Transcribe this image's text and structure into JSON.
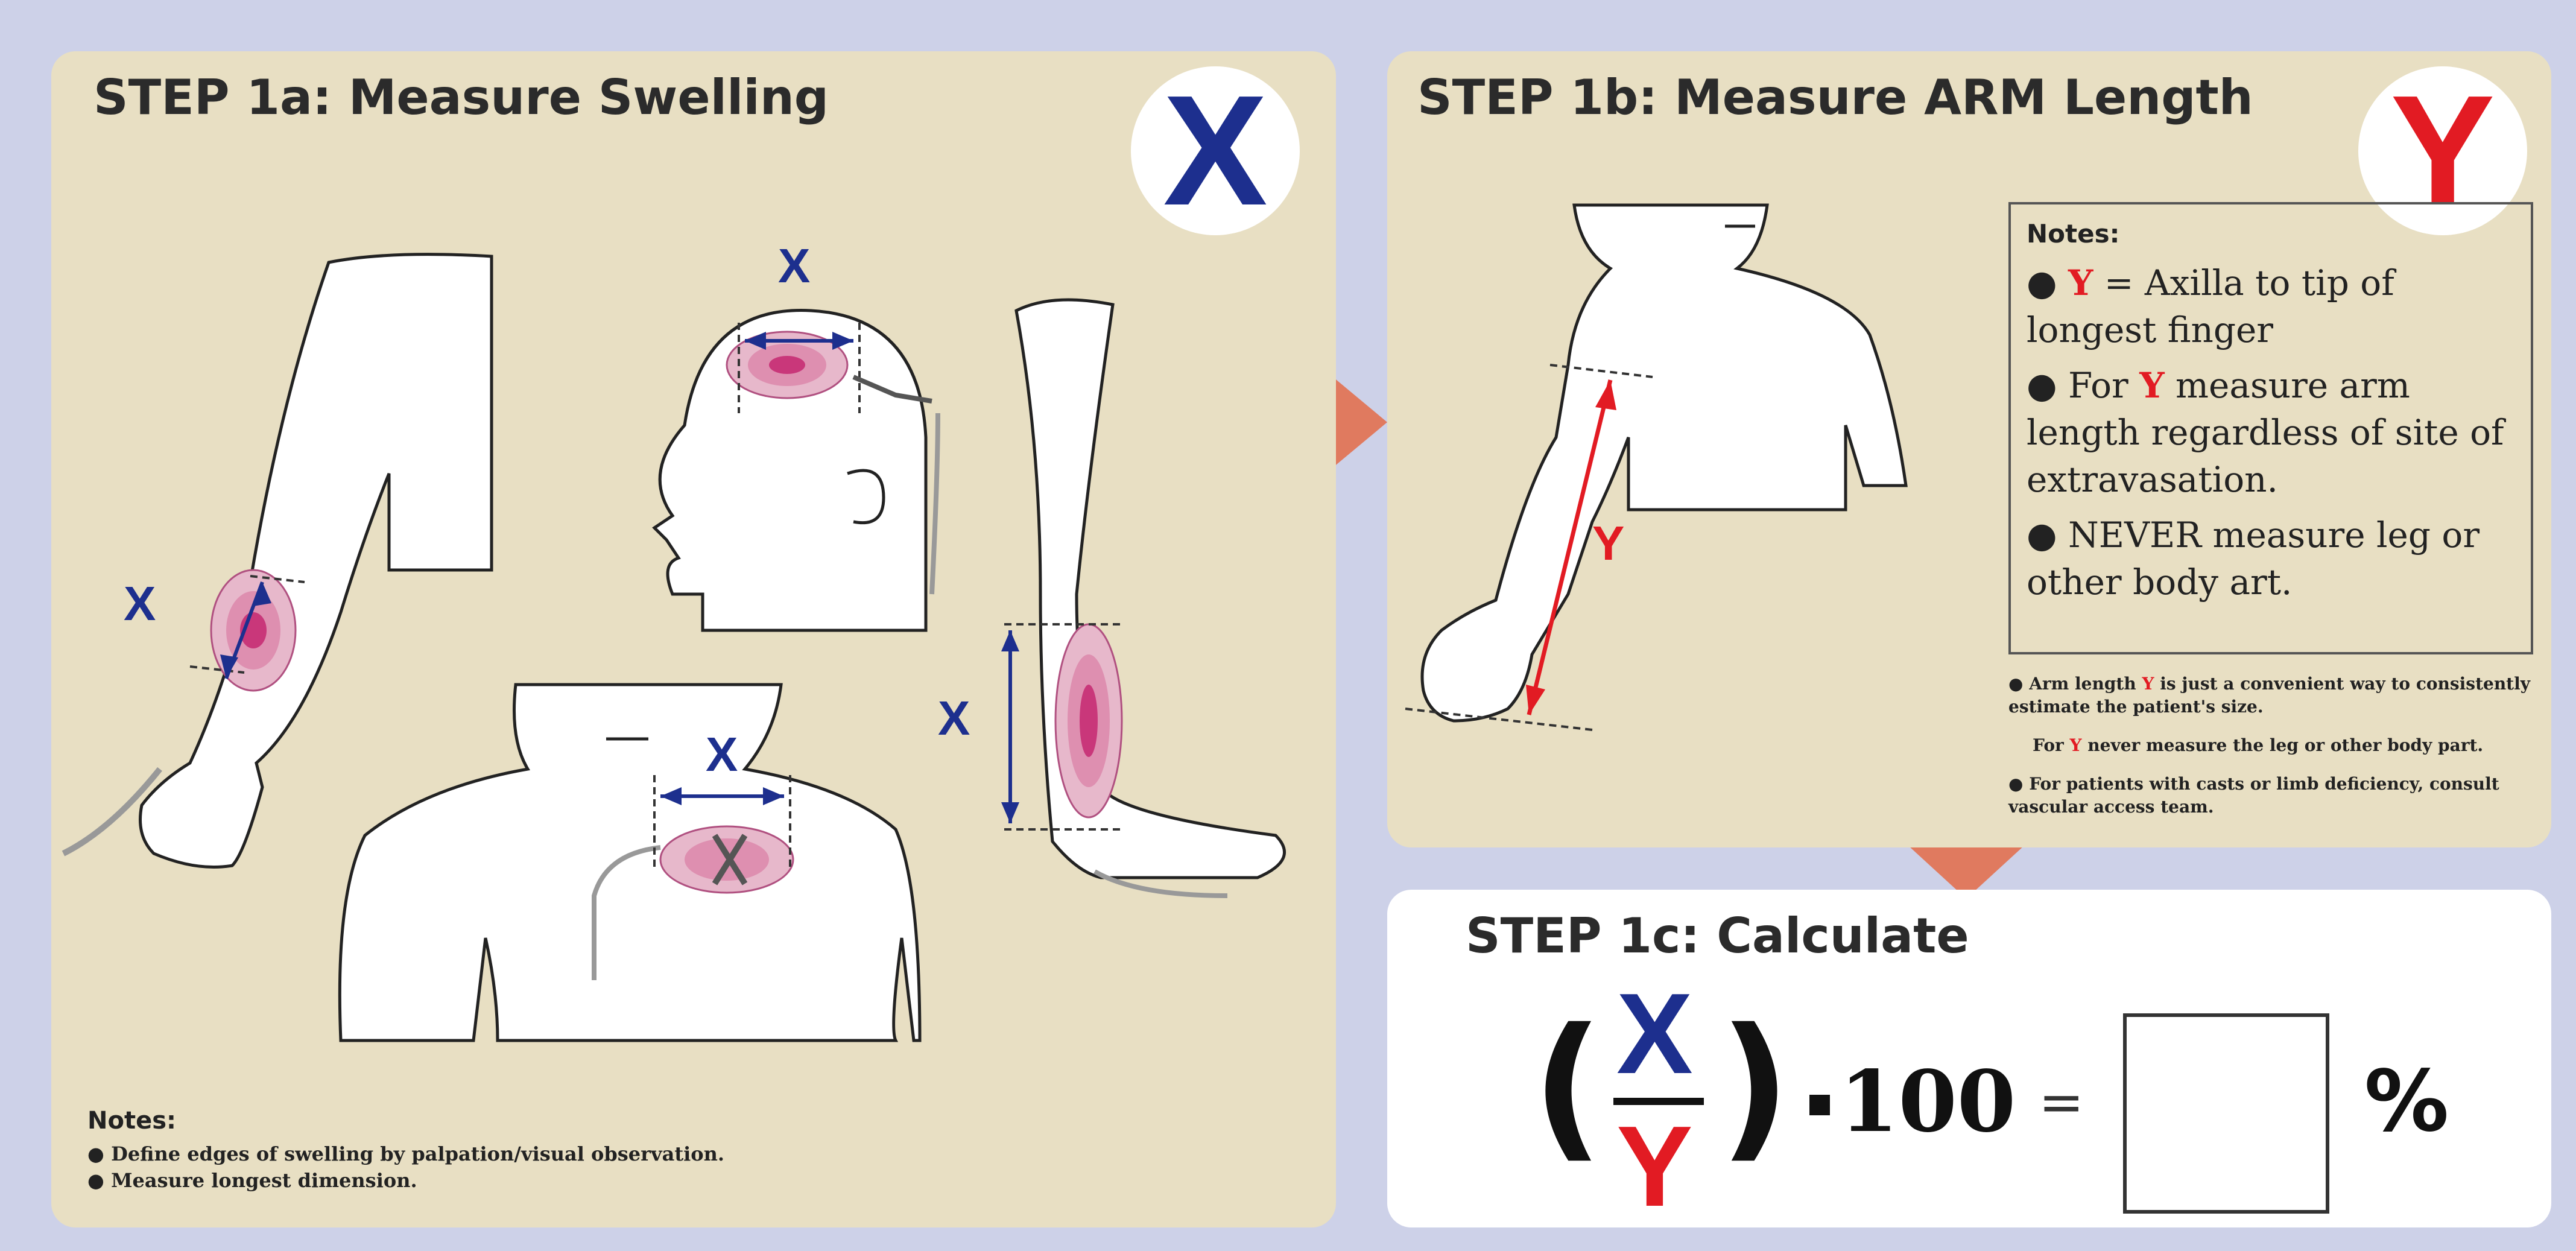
{
  "step_a": {
    "title": "STEP 1a:  Measure Swelling",
    "badge": "X",
    "measure_label": "X",
    "notes_heading": "Notes:",
    "notes": [
      "Define edges of swelling by palpation/visual observation.",
      "Measure longest dimension."
    ]
  },
  "step_b": {
    "title": "STEP 1b:  Measure ARM Length",
    "badge": "Y",
    "measure_label": "Y",
    "notes_heading": "Notes:",
    "note_1_y": "Y",
    "note_1_text": "= Axilla to tip of longest finger",
    "note_2_pre": "For",
    "note_2_y": "Y",
    "note_2_text": "measure arm length regardless of site of extravasation.",
    "note_3": "NEVER measure leg or other body art.",
    "small_1_pre": "Arm length",
    "small_1_y": "Y",
    "small_1_text": "is just a convenient way to consistently estimate the patient's size.",
    "small_2_pre": "For",
    "small_2_y": "Y",
    "small_2_text": "never measure the leg or other body part.",
    "small_3": "For patients with casts or limb deficiency, consult vascular access team."
  },
  "step_c": {
    "title": "STEP 1c:  Calculate",
    "numerator": "X",
    "denominator": "Y",
    "left_paren": "(",
    "right_paren": ")",
    "multiplier": "100",
    "equals": "=",
    "percent": "%"
  },
  "colors": {
    "panel_bg": "#e8dfc3",
    "page_bg": "#cdd1e8",
    "x_blue": "#1d2f8e",
    "y_red": "#e21b23",
    "arrow": "#e07a5f",
    "swelling": "#d94f8f"
  }
}
